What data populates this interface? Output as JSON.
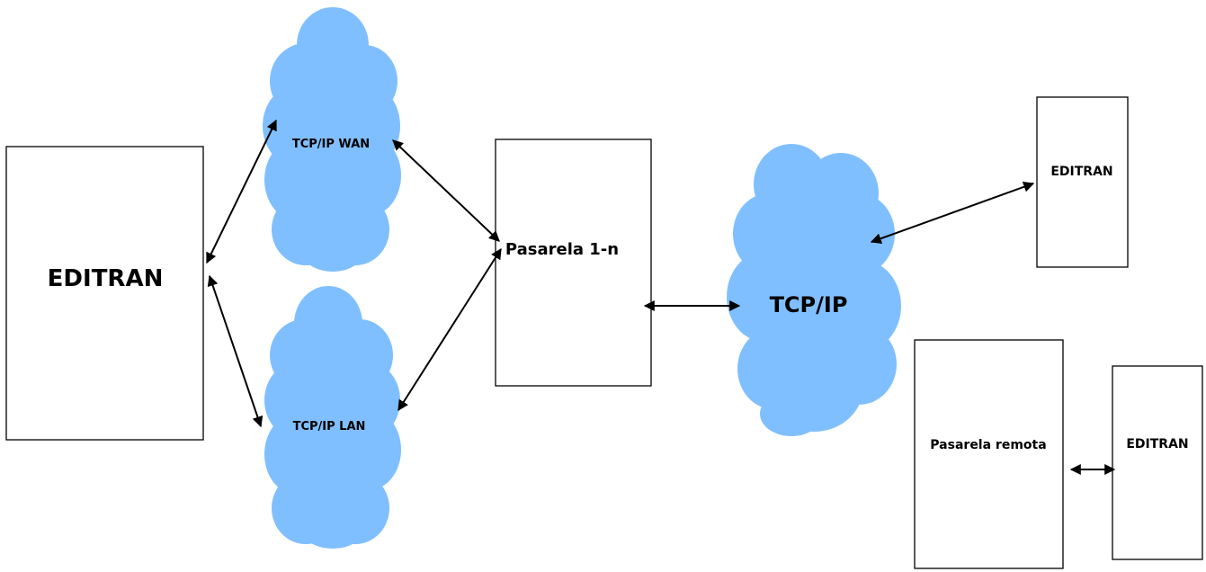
{
  "colors": {
    "cloud": "#80bfff",
    "box_stroke": "#000000",
    "text": "#000000",
    "background": "#ffffff"
  },
  "nodes": {
    "editran_main": {
      "label": "EDITRAN"
    },
    "wan_cloud": {
      "label": "TCP/IP WAN"
    },
    "lan_cloud": {
      "label": "TCP/IP LAN"
    },
    "gateway": {
      "label": "Pasarela 1-n"
    },
    "tcpip_cloud": {
      "label": "TCP/IP"
    },
    "editran_top_right": {
      "label": "EDITRAN"
    },
    "remote_gateway": {
      "label": "Pasarela remota"
    },
    "editran_bottom_right": {
      "label": "EDITRAN"
    }
  },
  "connections": [
    {
      "from": "editran_main",
      "to": "wan_cloud",
      "direction": "both"
    },
    {
      "from": "editran_main",
      "to": "lan_cloud",
      "direction": "both"
    },
    {
      "from": "wan_cloud",
      "to": "gateway",
      "direction": "both"
    },
    {
      "from": "lan_cloud",
      "to": "gateway",
      "direction": "both"
    },
    {
      "from": "gateway",
      "to": "tcpip_cloud",
      "direction": "both"
    },
    {
      "from": "tcpip_cloud",
      "to": "editran_top_right",
      "direction": "both"
    },
    {
      "from": "remote_gateway",
      "to": "editran_bottom_right",
      "direction": "both"
    }
  ]
}
